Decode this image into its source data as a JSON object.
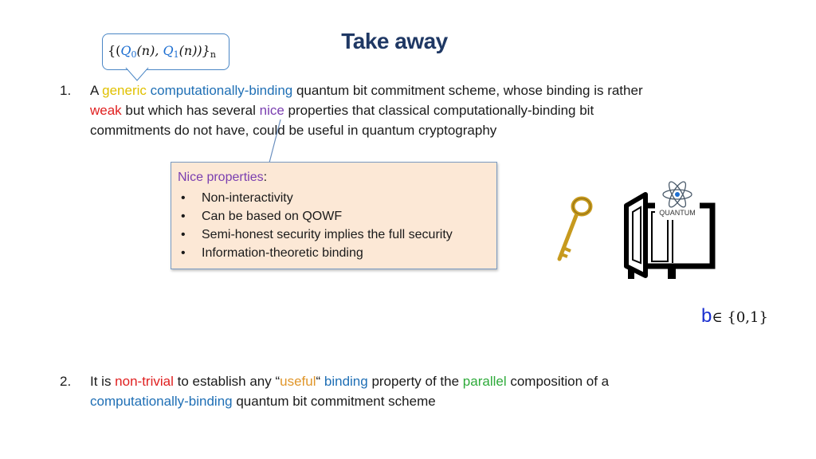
{
  "slide": {
    "title": "Take away",
    "callout": {
      "open": "{(",
      "q0": "Q",
      "q0_sub": "0",
      "arg0": "(n),",
      "q1": "Q",
      "q1_sub": "1",
      "close": "(n))}",
      "close_sub": "n"
    },
    "item1": {
      "num": "1.",
      "t1": "A ",
      "generic": "generic",
      "comp_binding": "computationally-binding",
      "t2": " quantum bit commitment scheme, whose binding is rather",
      "weak": "weak",
      "t3": " but which has several ",
      "nice": "nice",
      "t4": " properties that classical computationally-binding bit",
      "t5": "commitments do not have, could be useful in quantum cryptography"
    },
    "properties": {
      "heading": "Nice properties",
      "colon": ":",
      "bullet": "•",
      "items": [
        "Non-interactivity",
        "Can be based on QOWF",
        "Semi-honest security implies the full security",
        "Information-theoretic binding"
      ]
    },
    "quantum_label": "QUANTUM",
    "bit": {
      "b": "b",
      "set": "∈ {0,1}"
    },
    "item2": {
      "num": "2.",
      "t1": "It is ",
      "nontrivial": "non-trivial",
      "t2": " to establish any “",
      "useful": "useful",
      "t3": "“ ",
      "binding": "binding",
      "t4": " property of the ",
      "parallel": "parallel",
      "t5": " composition of a",
      "comp_binding": "computationally-binding",
      "t6": " quantum bit commitment scheme"
    },
    "colors": {
      "title": "#1f3864",
      "generic": "#e0c000",
      "blue": "#1f6fb5",
      "weak": "#e02020",
      "nice": "#7a3eb0",
      "useful": "#e0962a",
      "parallel": "#2eaa3a",
      "box_fill": "#fce8d6"
    },
    "icons": [
      "golden-key-icon",
      "safe-icon",
      "atom-icon"
    ]
  }
}
